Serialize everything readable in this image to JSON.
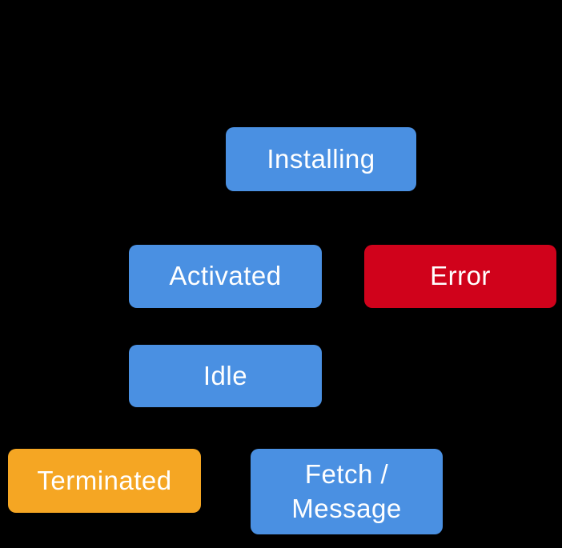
{
  "diagram": {
    "background_color": "#000000",
    "text_color": "#ffffff",
    "colors": {
      "state": "#4A90E2",
      "error": "#D0021B",
      "terminated": "#F5A623"
    },
    "nodes": [
      {
        "id": "installing",
        "label": "Installing",
        "kind": "state"
      },
      {
        "id": "activated",
        "label": "Activated",
        "kind": "state"
      },
      {
        "id": "error",
        "label": "Error",
        "kind": "error"
      },
      {
        "id": "idle",
        "label": "Idle",
        "kind": "state"
      },
      {
        "id": "terminated",
        "label": "Terminated",
        "kind": "terminated"
      },
      {
        "id": "fetch-message",
        "label": "Fetch / Message",
        "kind": "state"
      }
    ]
  }
}
